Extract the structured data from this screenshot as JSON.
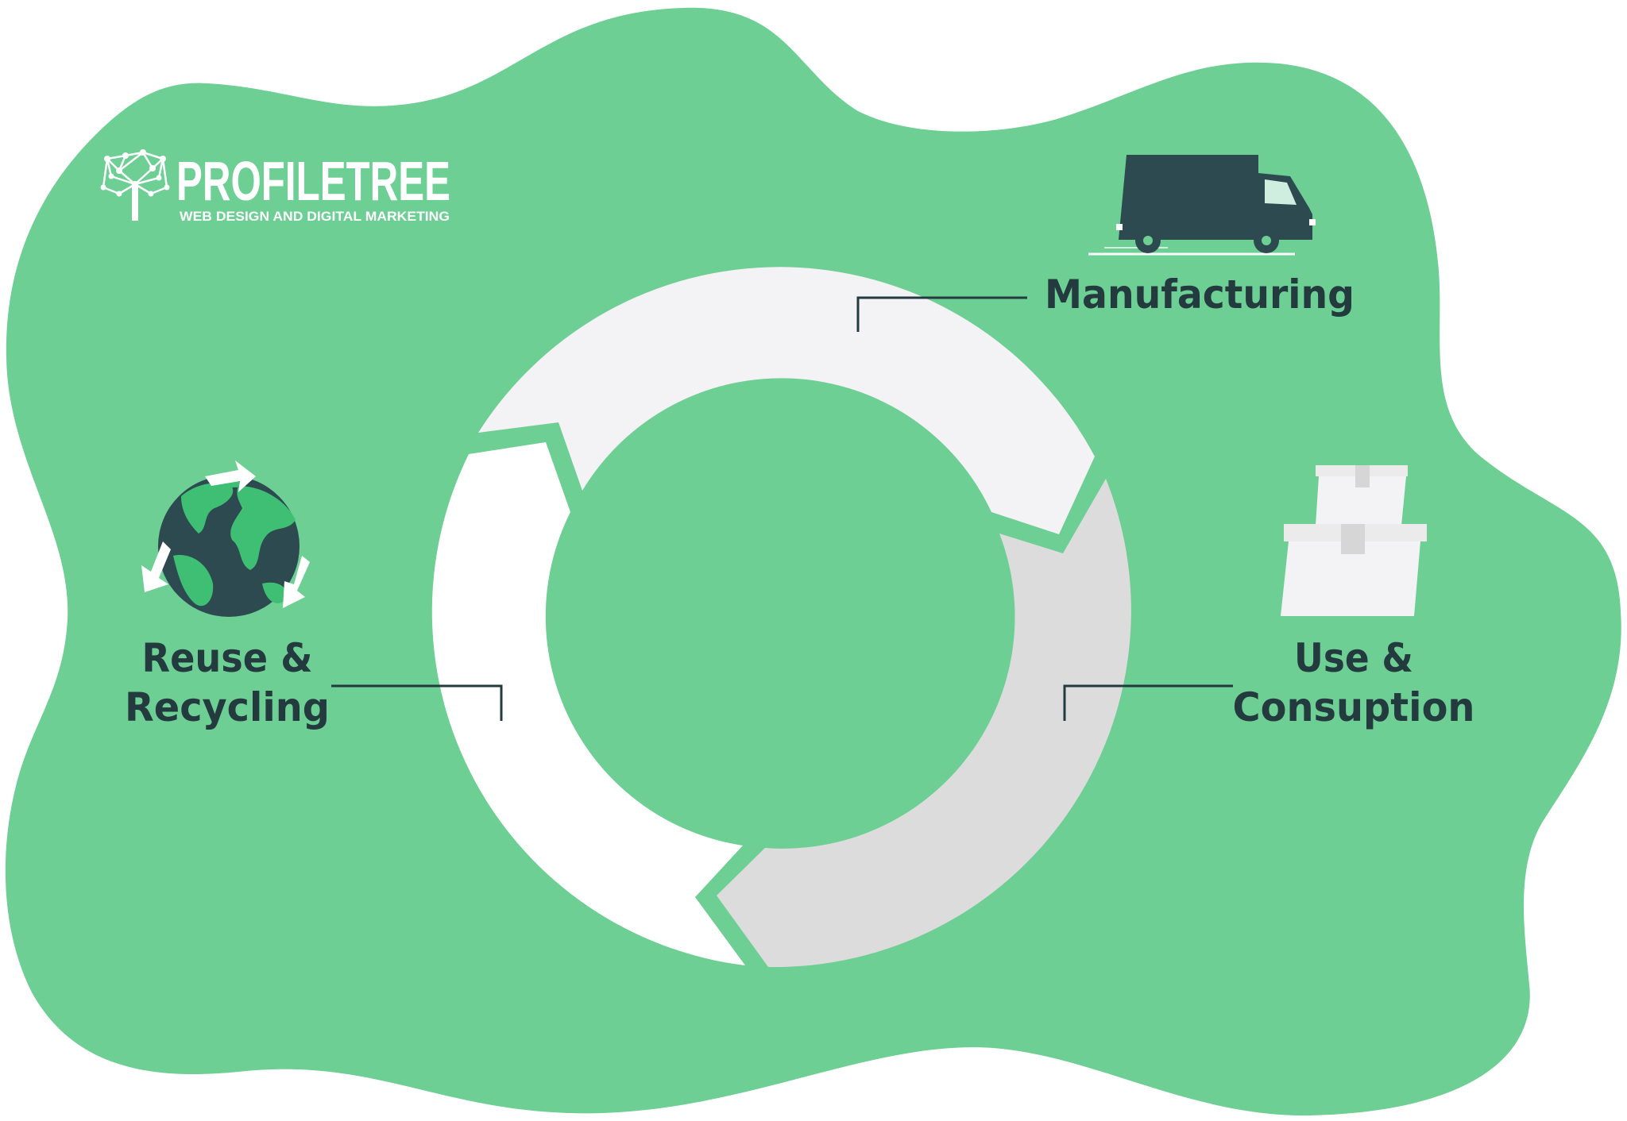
{
  "logo": {
    "name": "PROFILETREE",
    "tagline": "WEB DESIGN AND DIGITAL MARKETING"
  },
  "cycle": {
    "stages": [
      {
        "id": "manufacturing",
        "lines": [
          "Manufacturing"
        ],
        "icon": "delivery-truck-icon"
      },
      {
        "id": "use-consumption",
        "lines": [
          "Use &",
          "Consuption"
        ],
        "icon": "boxes-icon"
      },
      {
        "id": "reuse-recycling",
        "lines": [
          "Reuse &",
          "Recycling"
        ],
        "icon": "globe-recycle-icon"
      }
    ]
  },
  "colors": {
    "background_blob": "#6dcf93",
    "segment_manufacturing": "#f3f2f5",
    "segment_use": "#dcdcdc",
    "segment_reuse": "#ffffff",
    "label_text": "#233a3e",
    "truck_body": "#2c4a50",
    "globe_ocean": "#2c4a50",
    "globe_land": "#3fbf73"
  }
}
